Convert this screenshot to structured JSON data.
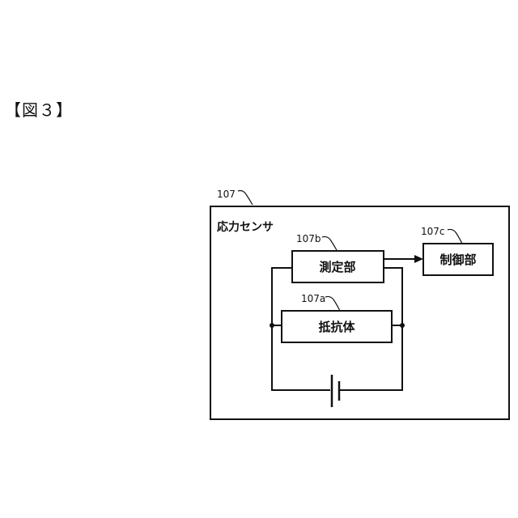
{
  "figure": {
    "label": "【図３】"
  },
  "sensor": {
    "ref": "107",
    "title": "応力センサ"
  },
  "measurement": {
    "ref": "107b",
    "label": "測定部"
  },
  "controller": {
    "ref": "107c",
    "label": "制御部"
  },
  "resistor": {
    "ref": "107a",
    "label": "抵抗体"
  }
}
